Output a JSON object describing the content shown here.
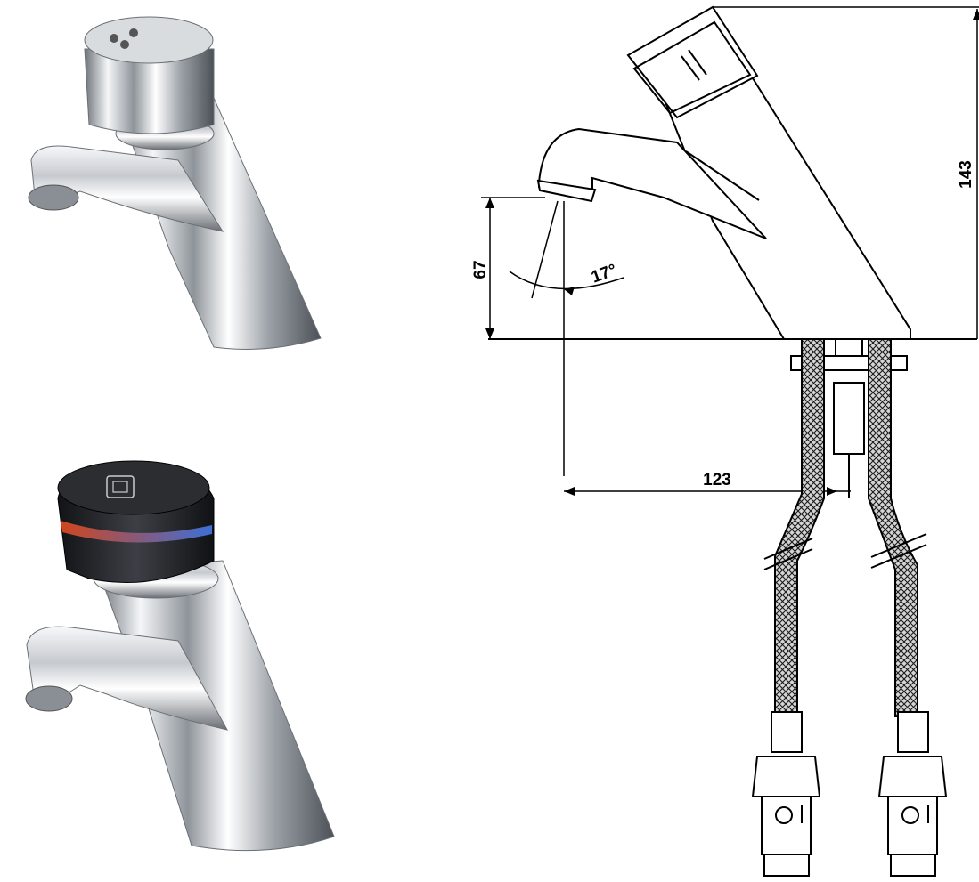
{
  "photos": {
    "top": {
      "name": "chrome-push-tap-photo",
      "button_color": "#b9bcc0"
    },
    "bottom": {
      "name": "black-cap-push-tap-photo",
      "button_color": "#2a2c30",
      "indicator_hot": "#d2451d",
      "indicator_cold": "#3e6fd6"
    }
  },
  "drawing": {
    "dimensions": {
      "height_total": "143",
      "spout_height": "67",
      "projection": "123",
      "spout_angle": "17°"
    },
    "colors": {
      "line": "#000000",
      "hose_fill": "#cfcfcf",
      "chrome": "#c9ccd1"
    }
  }
}
